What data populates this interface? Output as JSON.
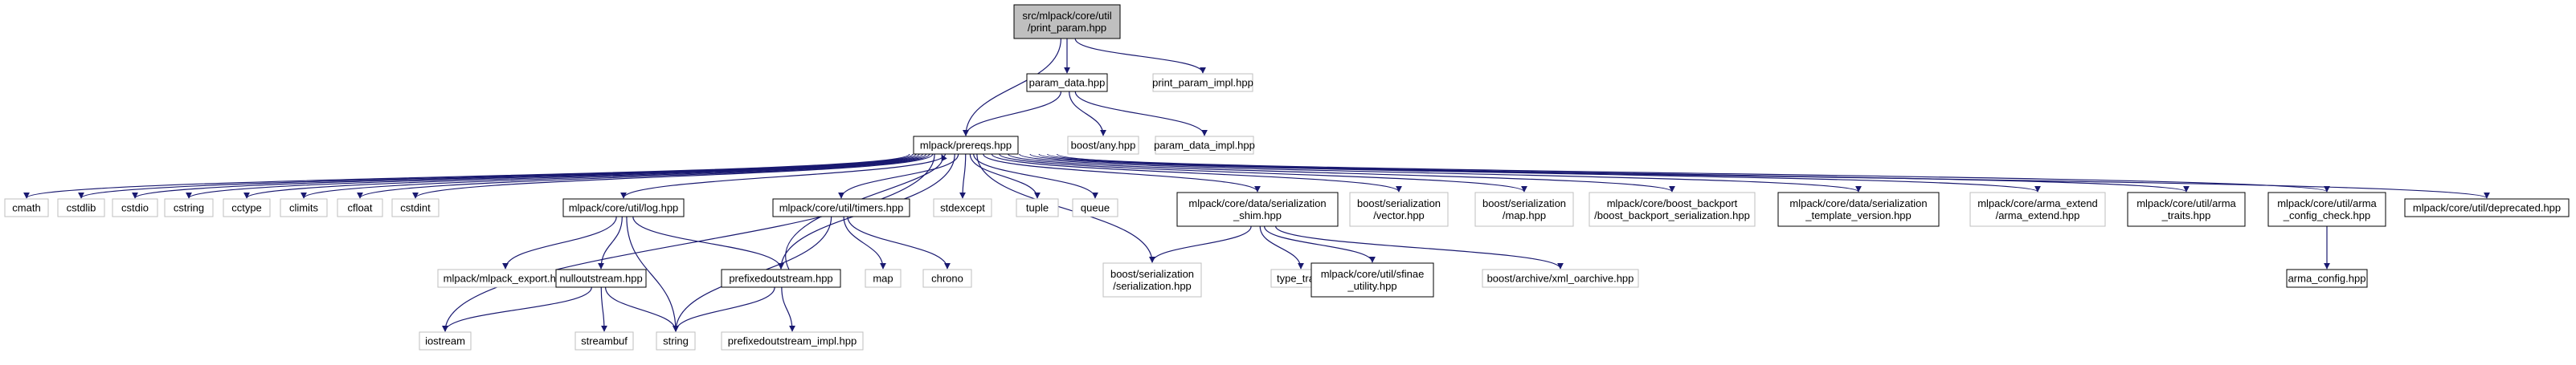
{
  "colors": {
    "edge": "#191970",
    "root_fill": "#bfbfbf",
    "node_border": "#000000",
    "external_border": "#bfbfbf",
    "text": "#000000"
  },
  "nodes": [
    {
      "id": "print_param",
      "lines": [
        "src/mlpack/core/util",
        "/print_param.hpp"
      ],
      "kind": "root"
    },
    {
      "id": "param_data",
      "lines": [
        "param_data.hpp"
      ],
      "kind": "doc"
    },
    {
      "id": "print_param_impl",
      "lines": [
        "print_param_impl.hpp"
      ],
      "kind": "ext"
    },
    {
      "id": "prereqs",
      "lines": [
        "mlpack/prereqs.hpp"
      ],
      "kind": "doc"
    },
    {
      "id": "boost_any",
      "lines": [
        "boost/any.hpp"
      ],
      "kind": "ext"
    },
    {
      "id": "param_data_impl",
      "lines": [
        "param_data_impl.hpp"
      ],
      "kind": "ext"
    },
    {
      "id": "cmath",
      "lines": [
        "cmath"
      ],
      "kind": "ext"
    },
    {
      "id": "cstdlib",
      "lines": [
        "cstdlib"
      ],
      "kind": "ext"
    },
    {
      "id": "cstdio",
      "lines": [
        "cstdio"
      ],
      "kind": "ext"
    },
    {
      "id": "cstring",
      "lines": [
        "cstring"
      ],
      "kind": "ext"
    },
    {
      "id": "cctype",
      "lines": [
        "cctype"
      ],
      "kind": "ext"
    },
    {
      "id": "climits",
      "lines": [
        "climits"
      ],
      "kind": "ext"
    },
    {
      "id": "cfloat",
      "lines": [
        "cfloat"
      ],
      "kind": "ext"
    },
    {
      "id": "cstdint",
      "lines": [
        "cstdint"
      ],
      "kind": "ext"
    },
    {
      "id": "log",
      "lines": [
        "mlpack/core/util/log.hpp"
      ],
      "kind": "doc"
    },
    {
      "id": "timers",
      "lines": [
        "mlpack/core/util/timers.hpp"
      ],
      "kind": "doc"
    },
    {
      "id": "stdexcept",
      "lines": [
        "stdexcept"
      ],
      "kind": "ext"
    },
    {
      "id": "tuple",
      "lines": [
        "tuple"
      ],
      "kind": "ext"
    },
    {
      "id": "queue",
      "lines": [
        "queue"
      ],
      "kind": "ext"
    },
    {
      "id": "serialization_shim",
      "lines": [
        "mlpack/core/data/serialization",
        "_shim.hpp"
      ],
      "kind": "doc"
    },
    {
      "id": "boost_vector",
      "lines": [
        "boost/serialization",
        "/vector.hpp"
      ],
      "kind": "ext"
    },
    {
      "id": "boost_map",
      "lines": [
        "boost/serialization",
        "/map.hpp"
      ],
      "kind": "ext"
    },
    {
      "id": "boost_backport",
      "lines": [
        "mlpack/core/boost_backport",
        "/boost_backport_serialization.hpp"
      ],
      "kind": "ext"
    },
    {
      "id": "serialization_template",
      "lines": [
        "mlpack/core/data/serialization",
        "_template_version.hpp"
      ],
      "kind": "doc"
    },
    {
      "id": "arma_extend",
      "lines": [
        "mlpack/core/arma_extend",
        "/arma_extend.hpp"
      ],
      "kind": "ext"
    },
    {
      "id": "arma_traits",
      "lines": [
        "mlpack/core/util/arma",
        "_traits.hpp"
      ],
      "kind": "doc"
    },
    {
      "id": "arma_config_check",
      "lines": [
        "mlpack/core/util/arma",
        "_config_check.hpp"
      ],
      "kind": "doc"
    },
    {
      "id": "deprecated",
      "lines": [
        "mlpack/core/util/deprecated.hpp"
      ],
      "kind": "doc"
    },
    {
      "id": "mlpack_export",
      "lines": [
        "mlpack/mlpack_export.hpp"
      ],
      "kind": "ext"
    },
    {
      "id": "nulloutstream",
      "lines": [
        "nulloutstream.hpp"
      ],
      "kind": "doc"
    },
    {
      "id": "prefixedoutstream",
      "lines": [
        "prefixedoutstream.hpp"
      ],
      "kind": "doc"
    },
    {
      "id": "map",
      "lines": [
        "map"
      ],
      "kind": "ext"
    },
    {
      "id": "chrono",
      "lines": [
        "chrono"
      ],
      "kind": "ext"
    },
    {
      "id": "boost_serialization",
      "lines": [
        "boost/serialization",
        "/serialization.hpp"
      ],
      "kind": "ext"
    },
    {
      "id": "type_traits",
      "lines": [
        "type_traits"
      ],
      "kind": "ext"
    },
    {
      "id": "sfinae",
      "lines": [
        "mlpack/core/util/sfinae",
        "_utility.hpp"
      ],
      "kind": "doc"
    },
    {
      "id": "xml_oarchive",
      "lines": [
        "boost/archive/xml_oarchive.hpp"
      ],
      "kind": "ext"
    },
    {
      "id": "arma_config",
      "lines": [
        "arma_config.hpp"
      ],
      "kind": "doc"
    },
    {
      "id": "iostream",
      "lines": [
        "iostream"
      ],
      "kind": "ext"
    },
    {
      "id": "streambuf",
      "lines": [
        "streambuf"
      ],
      "kind": "ext"
    },
    {
      "id": "string",
      "lines": [
        "string"
      ],
      "kind": "ext"
    },
    {
      "id": "prefixedoutstream_impl",
      "lines": [
        "prefixedoutstream_impl.hpp"
      ],
      "kind": "ext"
    }
  ],
  "edges": [
    [
      "print_param",
      "param_data"
    ],
    [
      "print_param",
      "print_param_impl"
    ],
    [
      "print_param",
      "prereqs"
    ],
    [
      "param_data",
      "prereqs"
    ],
    [
      "param_data",
      "boost_any"
    ],
    [
      "param_data",
      "param_data_impl"
    ],
    [
      "prereqs",
      "cmath"
    ],
    [
      "prereqs",
      "cstdlib"
    ],
    [
      "prereqs",
      "cstdio"
    ],
    [
      "prereqs",
      "cstring"
    ],
    [
      "prereqs",
      "cctype"
    ],
    [
      "prereqs",
      "climits"
    ],
    [
      "prereqs",
      "cfloat"
    ],
    [
      "prereqs",
      "cstdint"
    ],
    [
      "prereqs",
      "iostream"
    ],
    [
      "prereqs",
      "log"
    ],
    [
      "prereqs",
      "timers"
    ],
    [
      "prereqs",
      "prefixedoutstream"
    ],
    [
      "prereqs",
      "stdexcept"
    ],
    [
      "prereqs",
      "tuple"
    ],
    [
      "prereqs",
      "queue"
    ],
    [
      "prereqs",
      "serialization_shim"
    ],
    [
      "prereqs",
      "boost_serialization"
    ],
    [
      "prereqs",
      "boost_vector"
    ],
    [
      "prereqs",
      "boost_map"
    ],
    [
      "prereqs",
      "boost_backport"
    ],
    [
      "prereqs",
      "serialization_template"
    ],
    [
      "prereqs",
      "arma_extend"
    ],
    [
      "prereqs",
      "arma_traits"
    ],
    [
      "prereqs",
      "arma_config_check"
    ],
    [
      "prereqs",
      "deprecated"
    ],
    [
      "log",
      "mlpack_export"
    ],
    [
      "log",
      "nulloutstream"
    ],
    [
      "log",
      "prefixedoutstream"
    ],
    [
      "log",
      "string"
    ],
    [
      "nulloutstream",
      "iostream"
    ],
    [
      "nulloutstream",
      "streambuf"
    ],
    [
      "nulloutstream",
      "string"
    ],
    [
      "prefixedoutstream",
      "prereqs"
    ],
    [
      "prefixedoutstream",
      "string"
    ],
    [
      "prefixedoutstream",
      "prefixedoutstream_impl"
    ],
    [
      "timers",
      "map"
    ],
    [
      "timers",
      "chrono"
    ],
    [
      "timers",
      "string"
    ],
    [
      "serialization_shim",
      "boost_serialization"
    ],
    [
      "serialization_shim",
      "type_traits"
    ],
    [
      "serialization_shim",
      "sfinae"
    ],
    [
      "serialization_shim",
      "xml_oarchive"
    ],
    [
      "arma_config_check",
      "arma_config"
    ]
  ]
}
